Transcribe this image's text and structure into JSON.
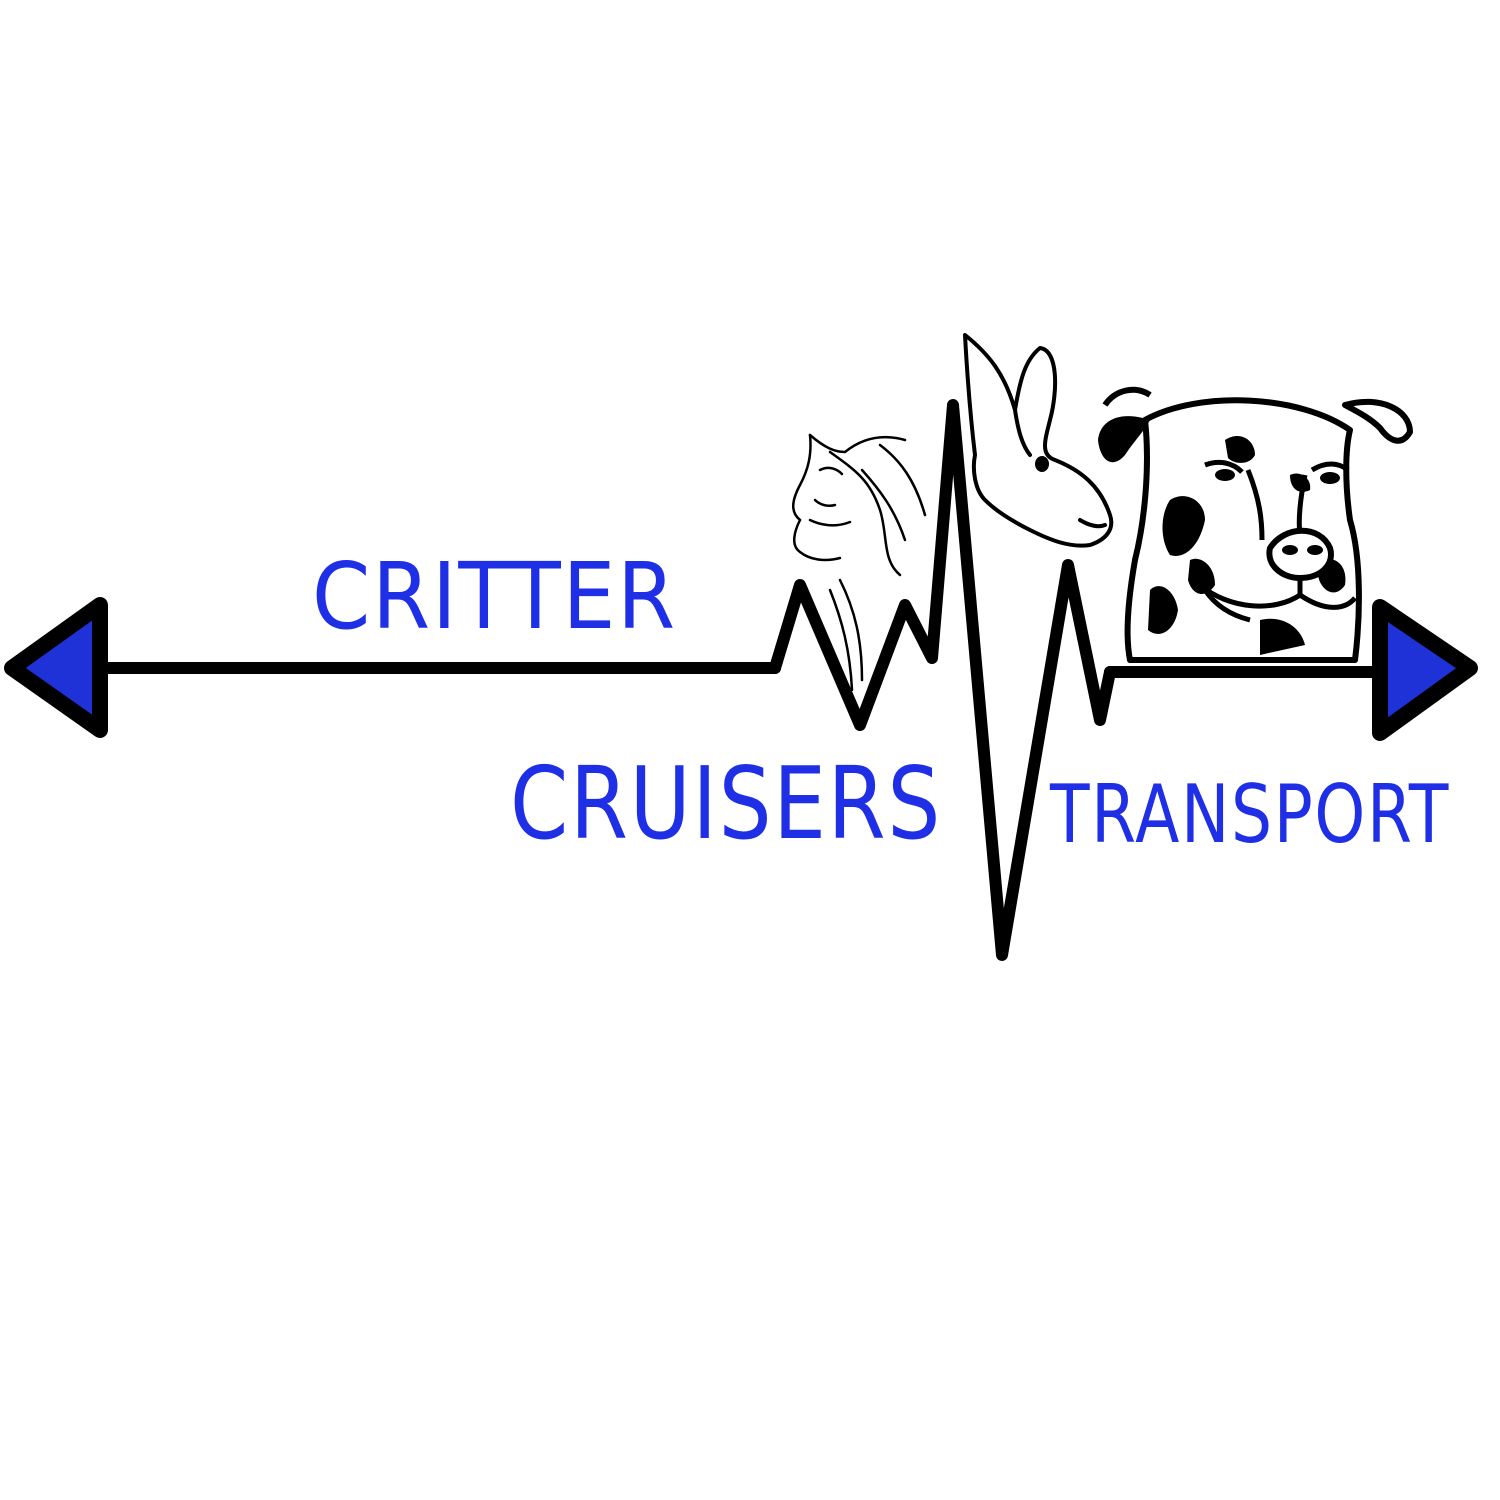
{
  "logo": {
    "words": {
      "line1": "CRITTER",
      "line2a": "CRUISERS",
      "line2b": "TRANSPORT"
    },
    "text_color": "#1f2fe6",
    "arrowhead_fill": "#1e32d8",
    "line_color": "#000000",
    "icons": [
      "cat-head-icon",
      "rabbit-head-icon",
      "dog-head-icon",
      "heartbeat-line-icon",
      "double-arrow-icon"
    ]
  }
}
